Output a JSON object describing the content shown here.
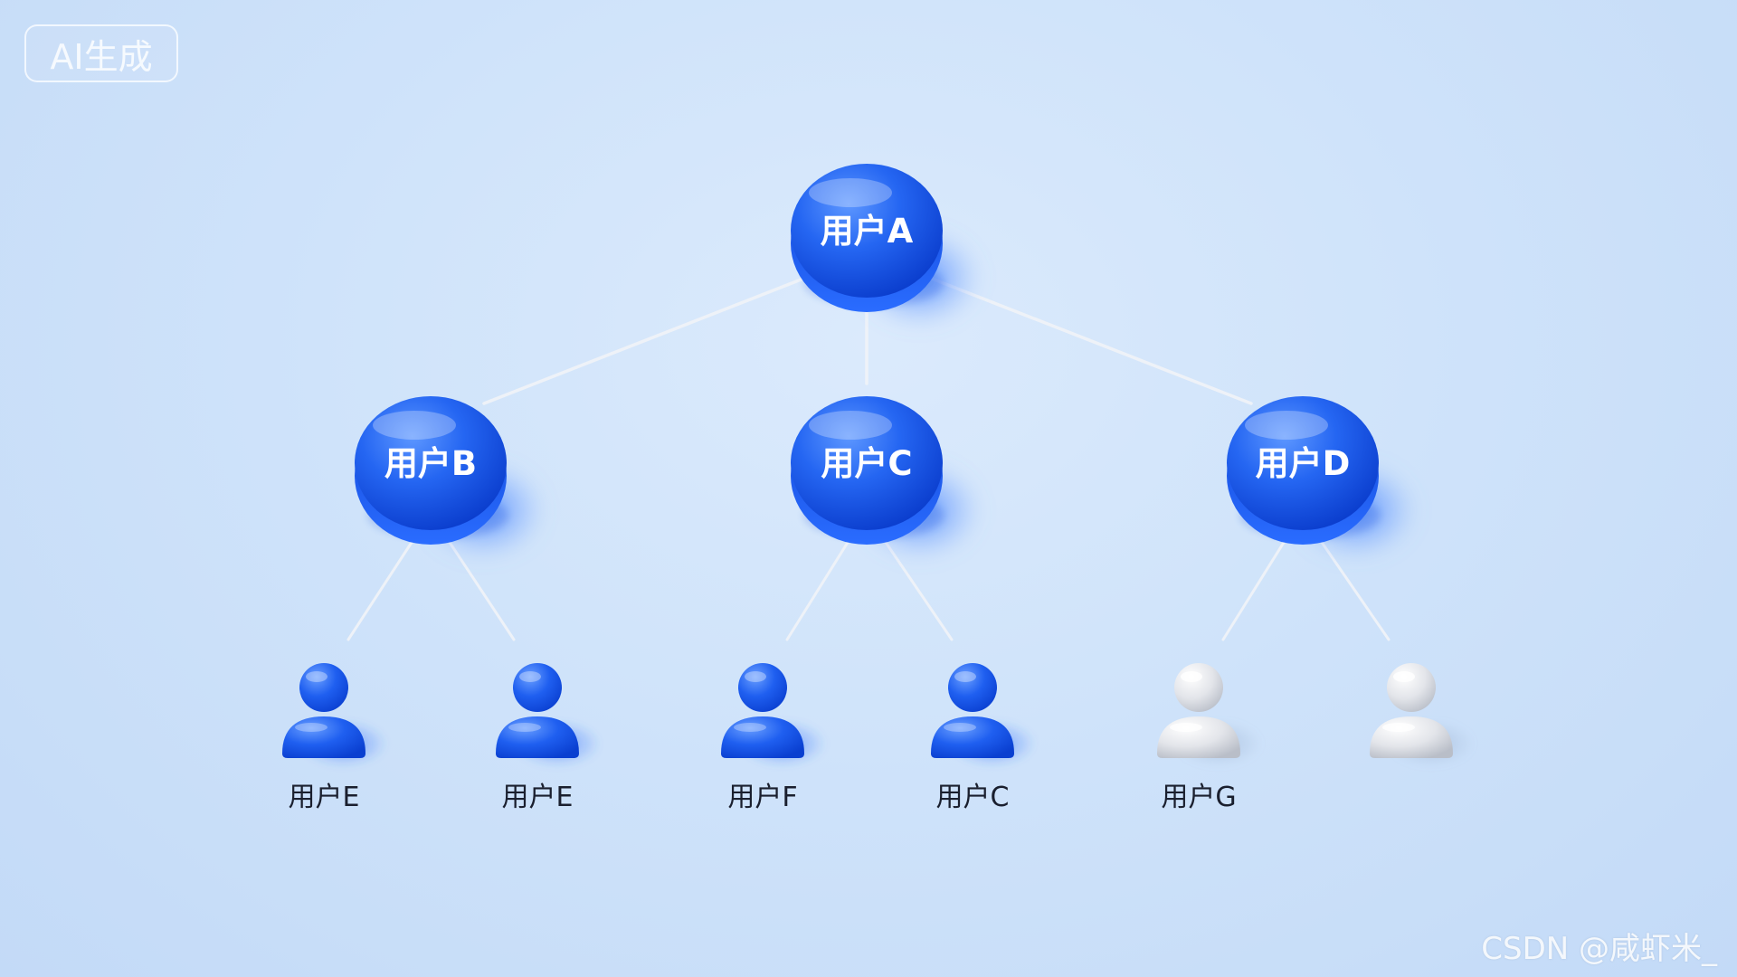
{
  "badge": {
    "label": "AI生成"
  },
  "watermark": {
    "text": "CSDN @咸虾米_"
  },
  "colors": {
    "node_blue": "#1d5ff0",
    "node_blue_light": "#4d8bff",
    "node_blue_dark": "#0b3fd1",
    "leaf_gray": "#e2e4e8",
    "connector": "#eef2f8"
  },
  "tree": {
    "root": {
      "id": "A",
      "label": "用户A"
    },
    "level1": [
      {
        "id": "B",
        "label": "用户B",
        "parent": "A"
      },
      {
        "id": "C",
        "label": "用户C",
        "parent": "A"
      },
      {
        "id": "D",
        "label": "用户D",
        "parent": "A"
      }
    ],
    "leaves": [
      {
        "id": "L1",
        "label": "用户E",
        "parent": "B",
        "icon": "user-icon",
        "style": "blue"
      },
      {
        "id": "L2",
        "label": "用户E",
        "parent": "B",
        "icon": "user-icon",
        "style": "blue"
      },
      {
        "id": "L3",
        "label": "用户F",
        "parent": "C",
        "icon": "user-icon",
        "style": "blue"
      },
      {
        "id": "L4",
        "label": "用户C",
        "parent": "C",
        "icon": "user-icon",
        "style": "blue"
      },
      {
        "id": "L5",
        "label": "用户G",
        "parent": "D",
        "icon": "user-icon",
        "style": "gray"
      },
      {
        "id": "L6",
        "label": "",
        "parent": "D",
        "icon": "user-icon",
        "style": "gray"
      }
    ]
  }
}
